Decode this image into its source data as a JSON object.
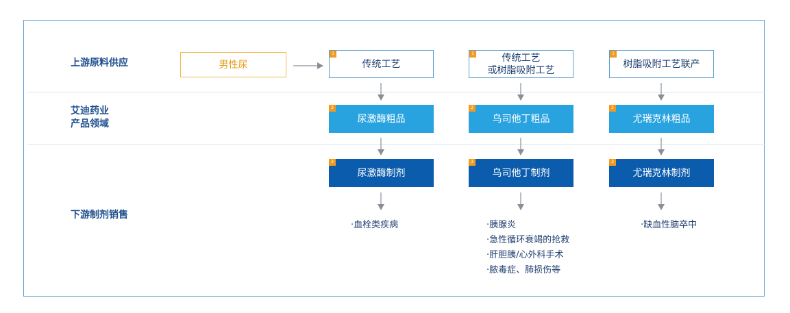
{
  "rows": {
    "upstream": "上游原料供应",
    "company_line1": "艾迪药业",
    "company_line2": "产品领域",
    "downstream": "下游制剂销售"
  },
  "raw_material": "男性尿",
  "columns": [
    {
      "process": [
        "传统工艺"
      ],
      "crude": "尿激酶粗品",
      "formulation": "尿激酶制剂",
      "applications": [
        "·血栓类疾病"
      ]
    },
    {
      "process": [
        "传统工艺",
        "或树脂吸附工艺"
      ],
      "crude": "乌司他丁粗品",
      "formulation": "乌司他丁制剂",
      "applications": [
        "·胰腺炎",
        "·急性循环衰竭的抢救",
        "·肝胆胰/心外科手术",
        "·脓毒症、肺损伤等"
      ]
    },
    {
      "process": [
        "树脂吸附工艺联产"
      ],
      "crude": "尤瑞克林粗品",
      "formulation": "尤瑞克林制剂",
      "applications": [
        "·缺血性脑卒中"
      ]
    }
  ],
  "badges": [
    "1",
    "2",
    "3"
  ],
  "colors": {
    "frame": "#5a9fd0",
    "label": "#1f4f8f",
    "light_box": "#29a3df",
    "dark_box": "#0b5cad",
    "badge": "#f39a1e",
    "raw_border": "#f0b84a",
    "raw_text": "#e89a17"
  }
}
